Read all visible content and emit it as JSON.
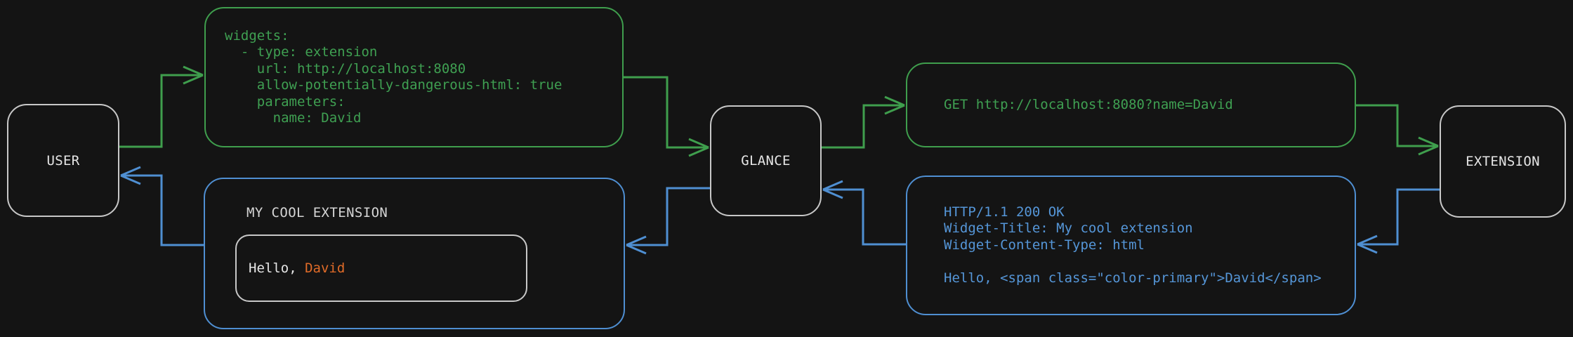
{
  "diagram": {
    "nodes": {
      "user": "USER",
      "glance": "GLANCE",
      "extension": "EXTENSION"
    },
    "config_box": {
      "lines": [
        "widgets:",
        "  - type: extension",
        "    url: http://localhost:8080",
        "    allow-potentially-dangerous-html: true",
        "    parameters:",
        "      name: David"
      ]
    },
    "request_box": {
      "text": "GET http://localhost:8080?name=David"
    },
    "response_box": {
      "lines": [
        "HTTP/1.1 200 OK",
        "Widget-Title: My cool extension",
        "Widget-Content-Type: html",
        "",
        "Hello, <span class=\"color-primary\">David</span>"
      ]
    },
    "widget_preview": {
      "title": "MY COOL EXTENSION",
      "greeting_prefix": "Hello, ",
      "greeting_name": "David"
    },
    "colors": {
      "background": "#141414",
      "green": "#3f9e4d",
      "blue": "#5596d8",
      "orange": "#e06b28",
      "node_border": "#c8c8c8"
    }
  }
}
